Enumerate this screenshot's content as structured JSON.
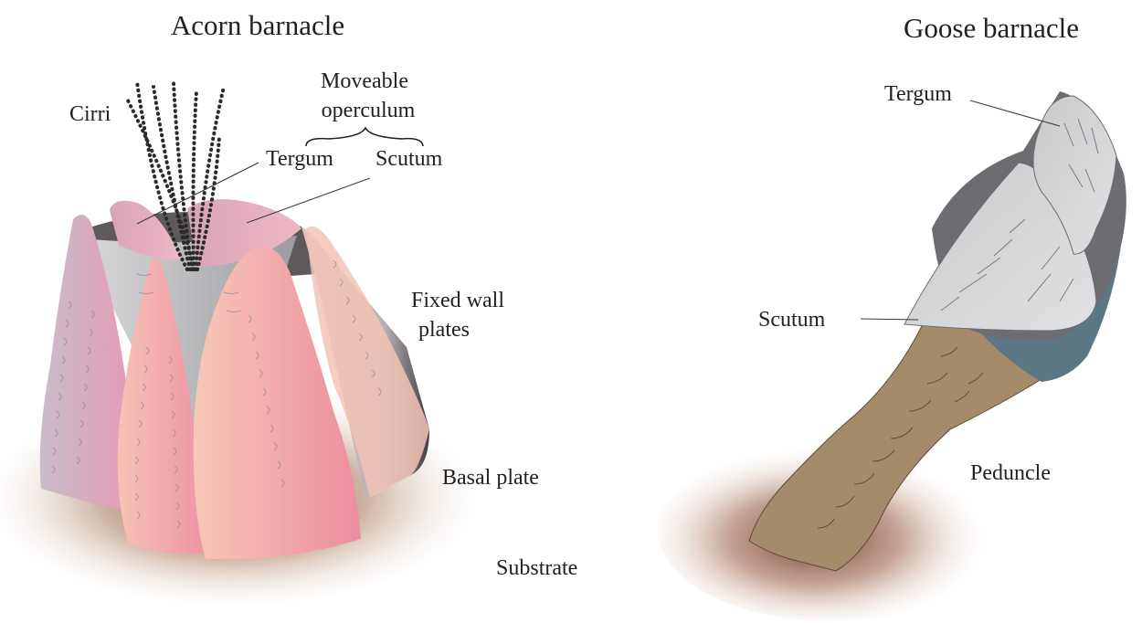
{
  "acorn": {
    "title": "Acorn barnacle",
    "labels": {
      "cirri": "Cirri",
      "operculum_line1": "Moveable",
      "operculum_line2": "operculum",
      "tergum": "Tergum",
      "scutum": "Scutum",
      "wall_line1": "Fixed wall",
      "wall_line2": "plates",
      "basal": "Basal plate",
      "substrate": "Substrate"
    }
  },
  "goose": {
    "title": "Goose barnacle",
    "labels": {
      "tergum": "Tergum",
      "scutum": "Scutum",
      "peduncle": "Peduncle"
    }
  },
  "colors": {
    "pink_plate": "#f1a3ad",
    "mauve_plate": "#d9a9bd",
    "grey_plate": "#b8b8bb",
    "opening_grey": "#dcdcda",
    "substrate_brown": "#8e5a3c",
    "peduncle_tan": "#a68b6b",
    "goose_plate_light": "#d5d6d8",
    "goose_plate_dark": "#6b6d70",
    "goose_blue": "#5b7784"
  }
}
